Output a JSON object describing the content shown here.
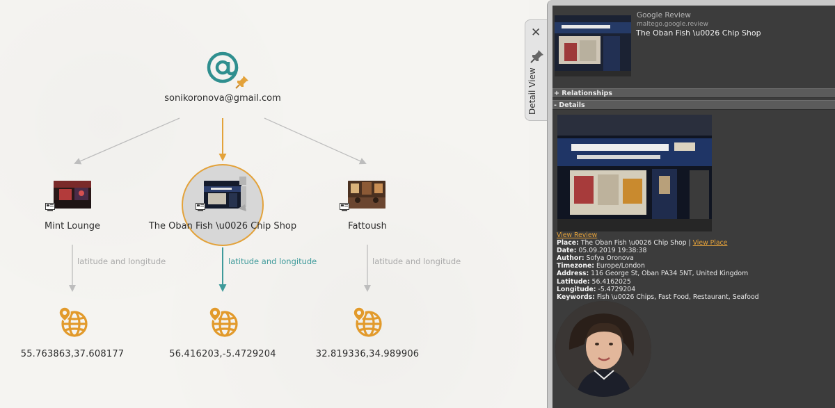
{
  "graph": {
    "email": {
      "label": "sonikoronova@gmail.com",
      "icon": "at-sign-icon"
    },
    "places": [
      {
        "label": "Mint Lounge",
        "coords": "55.763863,37.608177",
        "edge_label": "latitude and longitude"
      },
      {
        "label": "The Oban Fish \\u0026 Chip Shop",
        "coords": "56.416203,-5.4729204",
        "edge_label": "latitude and longitude",
        "selected": true
      },
      {
        "label": "Fattoush",
        "coords": "32.819336,34.989906",
        "edge_label": "latitude and longitude"
      }
    ],
    "colors": {
      "accent": "#e3a23a",
      "edge": "#bdbdbd",
      "active_edge": "#3e9a9a",
      "globe": "#e29a2b",
      "at_icon": "#2f8f8f"
    }
  },
  "detail_view": {
    "tab_label": "Detail View",
    "close_label": "✕",
    "entity_type": "Google Review",
    "entity_id": "maltego.google.review",
    "entity_title": "The Oban Fish \\u0026 Chip Shop",
    "relationships_label": "+ Relationships",
    "details_label": "- Details",
    "view_review_link": "View Review",
    "fields": {
      "place_key": "Place:",
      "place_val": "The Oban Fish \\u0026 Chip Shop",
      "place_sep": " | ",
      "view_place_link": "View Place",
      "date_key": "Date:",
      "date_val": "05.09.2019 19:38:38",
      "author_key": "Author:",
      "author_val": "Sofya Oronova",
      "tz_key": "Timezone:",
      "tz_val": "Europe/London",
      "addr_key": "Address:",
      "addr_val": "116 George St, Oban PA34 5NT, United Kingdom",
      "lat_key": "Latitude:",
      "lat_val": "56.4162025",
      "lon_key": "Longitude:",
      "lon_val": "-5.4729204",
      "kw_key": "Keywords:",
      "kw_val": "Fish \\u0026 Chips, Fast Food, Restaurant, Seafood"
    },
    "colors": {
      "panel_bg": "#3c3c3c",
      "link": "#e7a33a"
    }
  }
}
